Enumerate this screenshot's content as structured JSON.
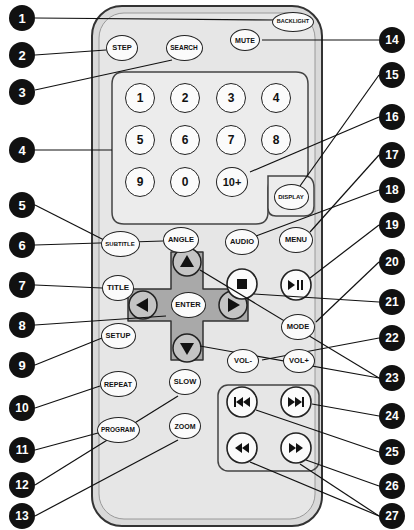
{
  "diagram": {
    "nodes": [
      {
        "text": [
          "BACKLIGHT"
        ]
      },
      {
        "text": [
          "STEP"
        ]
      },
      {
        "text": [
          "SEARCH"
        ]
      },
      {
        "text": [
          "MUTE"
        ]
      },
      {
        "text": [
          "1"
        ]
      },
      {
        "text": [
          "2"
        ]
      },
      {
        "text": [
          "3"
        ]
      },
      {
        "text": [
          "4"
        ]
      },
      {
        "text": [
          "5"
        ]
      },
      {
        "text": [
          "6"
        ]
      },
      {
        "text": [
          "7"
        ]
      },
      {
        "text": [
          "8"
        ]
      },
      {
        "text": [
          "9"
        ]
      },
      {
        "text": [
          "0"
        ]
      },
      {
        "text": [
          "10+"
        ]
      },
      {
        "text": [
          "DISPLAY"
        ]
      },
      {
        "text": [
          "SUBTITLE"
        ]
      },
      {
        "text": [
          "ANGLE"
        ]
      },
      {
        "text": [
          "AUDIO"
        ]
      },
      {
        "text": [
          "MENU"
        ]
      },
      {
        "text": [
          "TITLE"
        ]
      },
      {
        "text": [
          "ENTER"
        ]
      },
      {
        "text": [
          "MODE"
        ]
      },
      {
        "text": [
          "SETUP"
        ]
      },
      {
        "text": [
          "VOL-"
        ]
      },
      {
        "text": [
          "VOL+"
        ]
      },
      {
        "text": [
          "REPEAT"
        ]
      },
      {
        "text": [
          "SLOW"
        ]
      },
      {
        "text": [
          "PROGRAM"
        ]
      },
      {
        "text": [
          "ZOOM"
        ]
      }
    ],
    "labels": [
      "1",
      "2",
      "3",
      "4",
      "5",
      "6",
      "7",
      "8",
      "9",
      "10",
      "11",
      "12",
      "13",
      "14",
      "15",
      "16",
      "17",
      "18",
      "19",
      "20",
      "21",
      "22",
      "23",
      "24",
      "25",
      "26",
      "27"
    ]
  }
}
